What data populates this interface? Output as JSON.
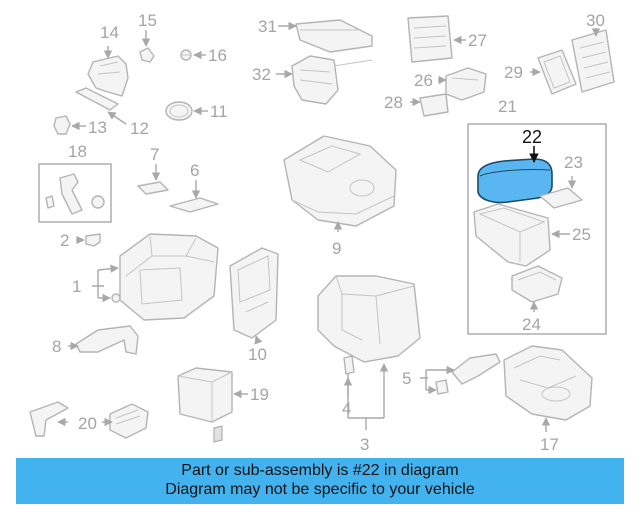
{
  "callout_numbers": [
    "1",
    "2",
    "3",
    "4",
    "5",
    "6",
    "7",
    "8",
    "9",
    "10",
    "11",
    "12",
    "13",
    "14",
    "15",
    "16",
    "17",
    "18",
    "19",
    "20",
    "21",
    "22",
    "23",
    "24",
    "25",
    "26",
    "27",
    "28",
    "29",
    "30",
    "31",
    "32"
  ],
  "highlighted_part": "22",
  "colors": {
    "highlight": "#5ab6f0",
    "banner": "#42b3ef",
    "linework": "#a8a8a8"
  },
  "banner": {
    "line1": "Part or sub-assembly is #22 in diagram",
    "line2": "Diagram may not be specific to your vehicle"
  }
}
